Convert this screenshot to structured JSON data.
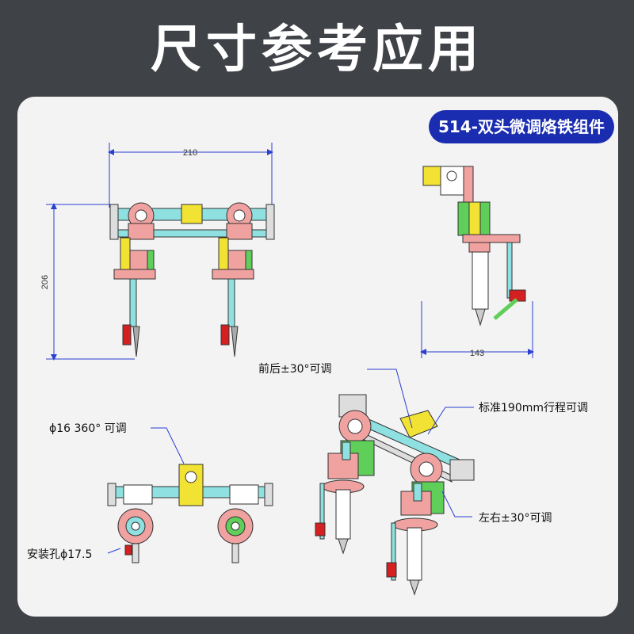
{
  "title": "尺寸参考应用",
  "badge": "514-双头微调烙铁组件",
  "dimensions": {
    "width_front": "210",
    "height_front": "206",
    "width_side": "143"
  },
  "annotations": {
    "front_back": "前后±30°可调",
    "rotate": "ϕ16  360°  可调",
    "travel": "标准190mm行程可调",
    "left_right": "左右±30°可调",
    "mount_hole": "安装孔ϕ17.5"
  },
  "colors": {
    "background": "#3f4247",
    "panel": "#f3f3f3",
    "badge": "#1a2cb0",
    "dim_line": "#2a3fd0",
    "pink": "#f0a2a0",
    "cyan": "#8fe0e0",
    "yellow": "#f2e233",
    "green": "#5fcf5a",
    "red": "#d42020"
  }
}
